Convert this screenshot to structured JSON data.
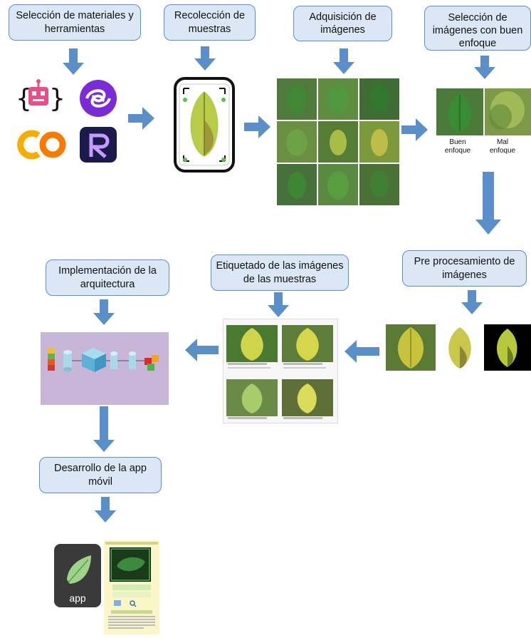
{
  "steps": {
    "materials": "Selección de materiales y herramientas",
    "collection": "Recolección de muestras",
    "acquisition": "Adquisición de imágenes",
    "focus": "Selección de imágenes con buen enfoque",
    "preprocess": "Pre procesamiento de imágenes",
    "labeling": "Etiquetado de las imágenes de las muestras",
    "implementation": "Implementación de la arquitectura",
    "app_dev": "Desarrollo de la app móvil"
  },
  "focus_labels": {
    "good": "Buen enfoque",
    "bad": "Mal enfoque"
  },
  "app_icon_label": "app",
  "colors": {
    "box_fill": "#dbe7f5",
    "box_border": "#5b8fc9",
    "arrow": "#5b8fc9"
  }
}
